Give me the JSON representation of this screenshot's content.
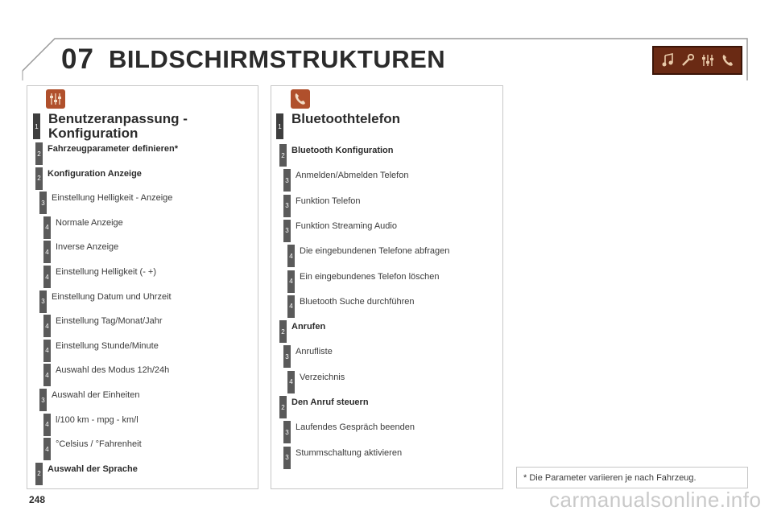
{
  "header": {
    "chapter_number": "07",
    "chapter_title": "BILDSCHIRMSTRUKTUREN",
    "icons": [
      "music-note-icon",
      "wrench-icon",
      "settings-sliders-icon",
      "phone-icon"
    ]
  },
  "left_panel": {
    "icon": "settings-sliders-icon",
    "title_line1": "Benutzeranpassung -",
    "title_line2": "Konfiguration",
    "title_level": "1",
    "items": [
      {
        "level": "2",
        "label": "Fahrzeugparameter definieren*",
        "bold": true
      },
      {
        "level": "2",
        "label": "Konfiguration Anzeige",
        "bold": true
      },
      {
        "level": "3",
        "label": "Einstellung Helligkeit - Anzeige",
        "bold": false
      },
      {
        "level": "4",
        "label": "Normale Anzeige",
        "bold": false
      },
      {
        "level": "4",
        "label": "Inverse Anzeige",
        "bold": false
      },
      {
        "level": "4",
        "label": "Einstellung Helligkeit (- +)",
        "bold": false
      },
      {
        "level": "3",
        "label": "Einstellung Datum und Uhrzeit",
        "bold": false
      },
      {
        "level": "4",
        "label": "Einstellung Tag/Monat/Jahr",
        "bold": false
      },
      {
        "level": "4",
        "label": "Einstellung Stunde/Minute",
        "bold": false
      },
      {
        "level": "4",
        "label": "Auswahl des Modus 12h/24h",
        "bold": false
      },
      {
        "level": "3",
        "label": "Auswahl der Einheiten",
        "bold": false
      },
      {
        "level": "4",
        "label": "l/100 km - mpg - km/l",
        "bold": false
      },
      {
        "level": "4",
        "label": "°Celsius / °Fahrenheit",
        "bold": false
      },
      {
        "level": "2",
        "label": "Auswahl der Sprache",
        "bold": true
      }
    ]
  },
  "right_panel": {
    "icon": "phone-icon",
    "title": "Bluetoothtelefon",
    "title_level": "1",
    "items": [
      {
        "level": "2",
        "label": "Bluetooth Konfiguration",
        "bold": true
      },
      {
        "level": "3",
        "label": "Anmelden/Abmelden Telefon",
        "bold": false
      },
      {
        "level": "3",
        "label": "Funktion Telefon",
        "bold": false
      },
      {
        "level": "3",
        "label": "Funktion Streaming Audio",
        "bold": false
      },
      {
        "level": "4",
        "label": "Die eingebundenen Telefone abfragen",
        "bold": false
      },
      {
        "level": "4",
        "label": "Ein eingebundenes Telefon löschen",
        "bold": false
      },
      {
        "level": "4",
        "label": "Bluetooth Suche durchführen",
        "bold": false
      },
      {
        "level": "2",
        "label": "Anrufen",
        "bold": true
      },
      {
        "level": "3",
        "label": "Anrufliste",
        "bold": false
      },
      {
        "level": "4",
        "label": "Verzeichnis",
        "bold": false
      },
      {
        "level": "2",
        "label": "Den Anruf steuern",
        "bold": true
      },
      {
        "level": "3",
        "label": "Laufendes Gespräch beenden",
        "bold": false
      },
      {
        "level": "3",
        "label": "Stummschaltung aktivieren",
        "bold": false
      }
    ]
  },
  "footnote": "* Die Parameter variieren je nach Fahrzeug.",
  "page_number": "248",
  "watermark": "carmanualsonline.info"
}
